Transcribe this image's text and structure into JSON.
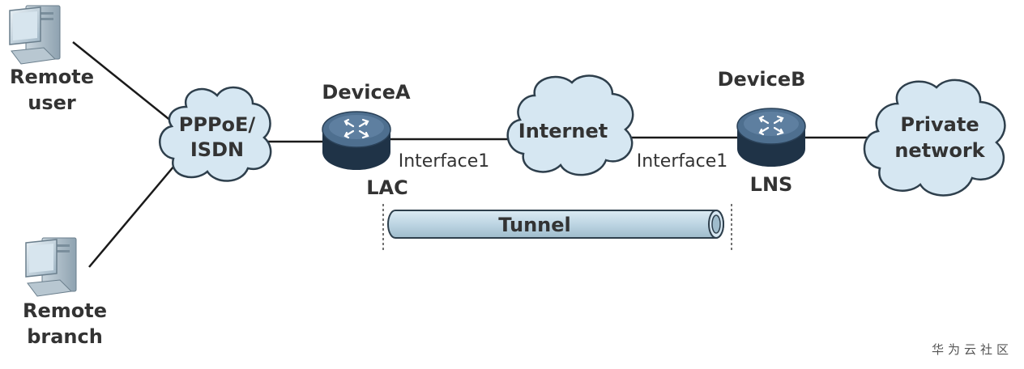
{
  "nodes": {
    "remote_user": {
      "label_line1": "Remote",
      "label_line2": "user"
    },
    "remote_branch": {
      "label_line1": "Remote",
      "label_line2": "branch"
    },
    "pppoe": {
      "label_line1": "PPPoE/",
      "label_line2": "ISDN"
    },
    "device_a": {
      "name": "DeviceA",
      "role": "LAC",
      "interface": "Interface1"
    },
    "internet": {
      "label": "Internet"
    },
    "device_b": {
      "name": "DeviceB",
      "role": "LNS",
      "interface": "Interface1"
    },
    "private_network": {
      "label_line1": "Private",
      "label_line2": "network"
    }
  },
  "tunnel": {
    "label": "Tunnel"
  },
  "watermark": "华为云社区",
  "colors": {
    "line": "#1a1a1a",
    "cloud_fill": "#d6e7f2",
    "cloud_stroke": "#2e3f4c",
    "router_top": "#4e6f8f",
    "router_body": "#1f3347",
    "tunnel_fill": "#c3d9e6",
    "tunnel_stroke": "#2e3f4c",
    "text": "#333333"
  }
}
